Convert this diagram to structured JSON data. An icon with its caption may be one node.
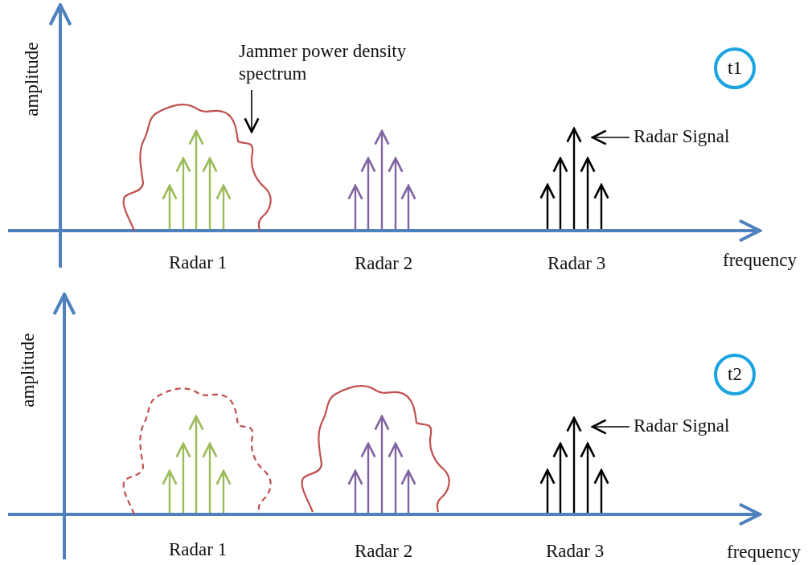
{
  "diagram": {
    "nodes": [
      {
        "text": [
          "t1"
        ]
      },
      {
        "text": [
          "Jammer power density spectrum"
        ]
      },
      {
        "text": [],
        "shape": "cloud"
      },
      {
        "text": [
          "Radar Signal"
        ]
      },
      {
        "text": [
          "t2"
        ]
      },
      {
        "text": [
          "Radar Signal"
        ]
      }
    ],
    "edges": [
      {
        "from": 1,
        "to": 2,
        "arrow": "to"
      },
      {
        "from": 3,
        "to": null,
        "arrow": "to"
      },
      {
        "from": 5,
        "to": null,
        "arrow": "to"
      }
    ],
    "labels": [
      "amplitude",
      "Radar 1",
      "Radar 2",
      "Radar 3",
      "frequency",
      "amplitude",
      "Radar 1",
      "Radar 2",
      "Radar 3",
      "frequency"
    ]
  }
}
